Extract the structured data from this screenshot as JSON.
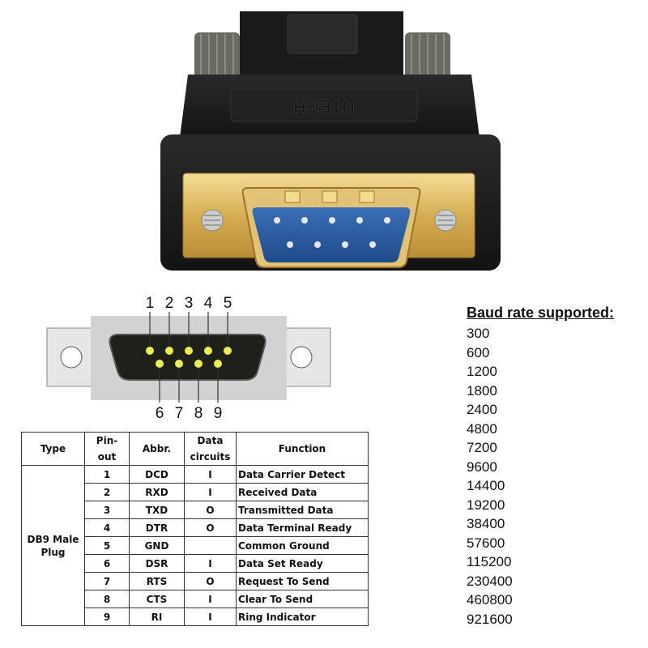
{
  "connector_photo": {
    "brand_text": "DTECH"
  },
  "pin_diagram": {
    "top_row": [
      "1",
      "2",
      "3",
      "4",
      "5"
    ],
    "bottom_row": [
      "6",
      "7",
      "8",
      "9"
    ]
  },
  "pin_table": {
    "headers": {
      "type": "Type",
      "pinout": "Pin-out",
      "abbr": "Abbr.",
      "data_circuits": "Data circuits",
      "function": "Function"
    },
    "type_value": "DB9 Male Plug",
    "rows": [
      {
        "pin": "1",
        "abbr": "DCD",
        "circuit": "I",
        "function": "Data Carrier Detect"
      },
      {
        "pin": "2",
        "abbr": "RXD",
        "circuit": "I",
        "function": "Received Data"
      },
      {
        "pin": "3",
        "abbr": "TXD",
        "circuit": "O",
        "function": "Transmitted Data"
      },
      {
        "pin": "4",
        "abbr": "DTR",
        "circuit": "O",
        "function": "Data Terminal Ready"
      },
      {
        "pin": "5",
        "abbr": "GND",
        "circuit": "",
        "function": "Common Ground"
      },
      {
        "pin": "6",
        "abbr": "DSR",
        "circuit": "I",
        "function": "Data Set Ready"
      },
      {
        "pin": "7",
        "abbr": "RTS",
        "circuit": "O",
        "function": "Request To Send"
      },
      {
        "pin": "8",
        "abbr": "CTS",
        "circuit": "I",
        "function": "Clear To Send"
      },
      {
        "pin": "9",
        "abbr": "RI",
        "circuit": "I",
        "function": "Ring Indicator"
      }
    ]
  },
  "baud_rates": {
    "title": "Baud  rate supported:",
    "values": [
      "300",
      "600",
      "1200",
      "1800",
      "2400",
      "4800",
      "7200",
      "9600",
      "14400",
      "19200",
      "38400",
      "57600",
      "115200",
      "230400",
      "460800",
      "921600"
    ]
  },
  "colors": {
    "connector_body": "#1c1c1c",
    "gold_plate": "#d9b45a",
    "pin_insulator": "#2f5d9e",
    "pin_dot": "#e9ef52",
    "diagram_plate": "#d8d8d8"
  }
}
